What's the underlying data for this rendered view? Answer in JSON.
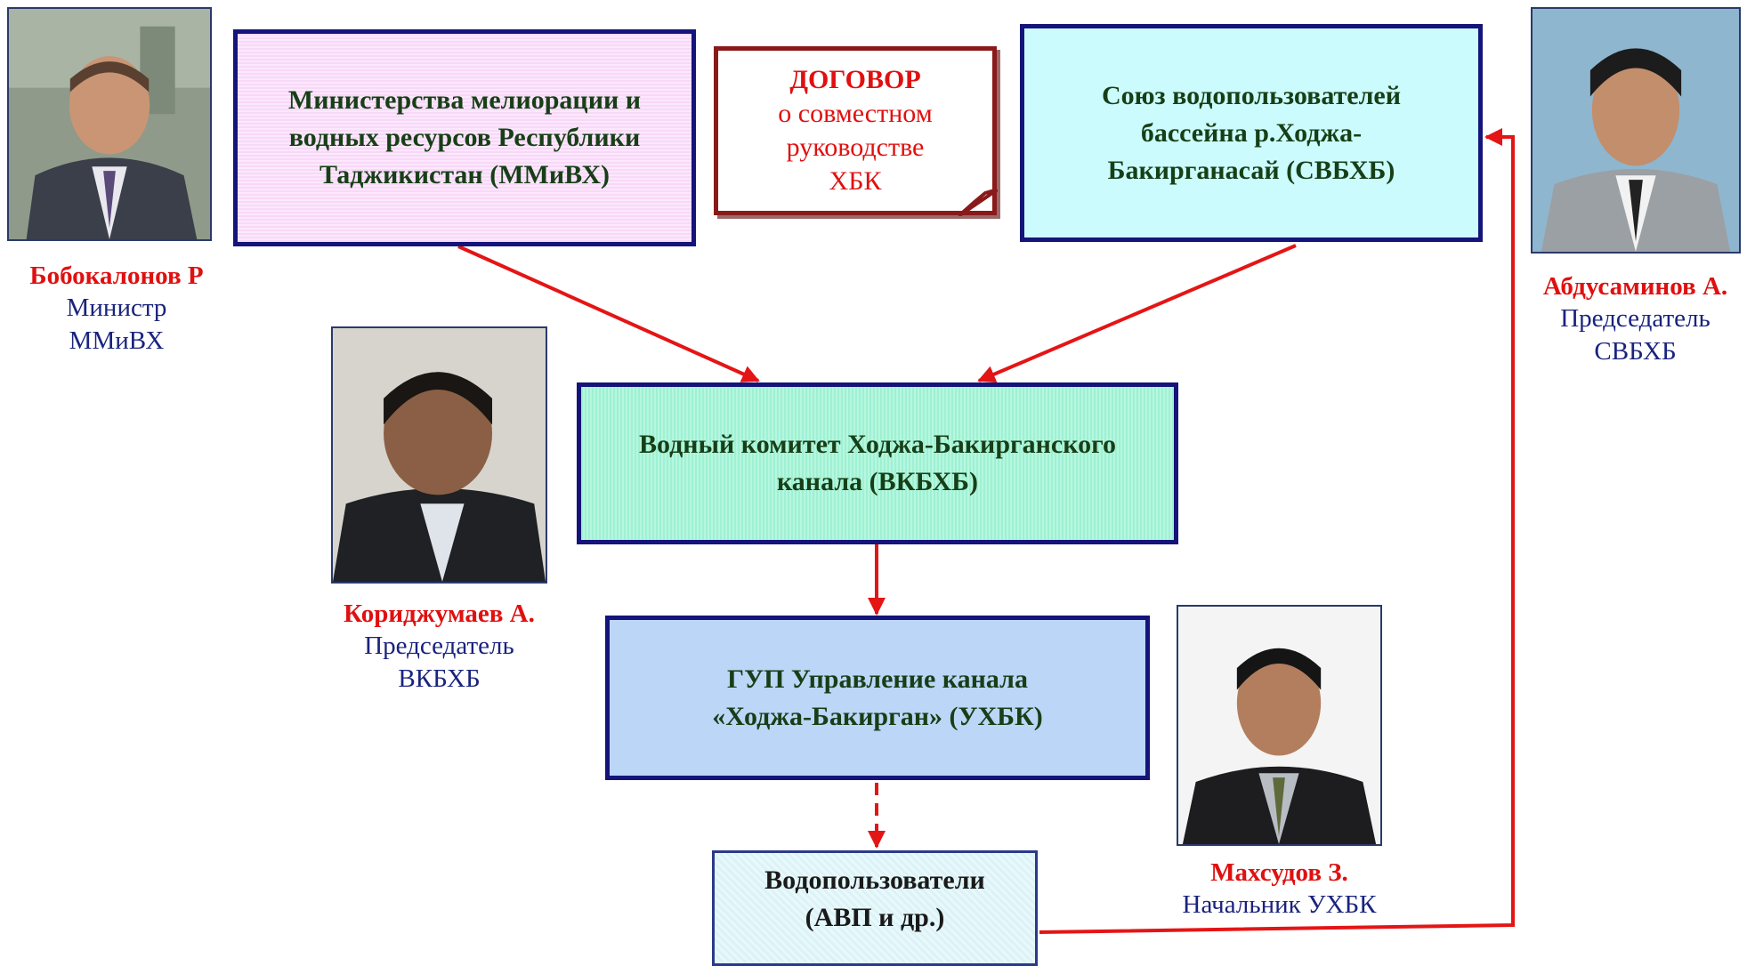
{
  "diagram": {
    "ministry_box": {
      "lines": [
        "Министерства мелиорации и",
        "водных ресурсов Республики",
        "Таджикистан (ММиВХ)"
      ]
    },
    "contract_note": {
      "title": "ДОГОВОР",
      "lines": [
        "о совместном",
        "руководстве",
        "ХБК"
      ]
    },
    "union_box": {
      "lines": [
        "Союз водопользователей",
        "бассейна р.Ходжа-",
        "Бакирганасай (СВБХБ)"
      ]
    },
    "committee_box": {
      "lines": [
        "Водный комитет Ходжа-Бакирганского",
        "канала (ВКБХБ)"
      ]
    },
    "canal_mgmt_box": {
      "lines": [
        "ГУП Управление канала",
        "«Ходжа-Бакирган» (УХБК)"
      ]
    },
    "water_users_box": {
      "lines": [
        "Водопользователи",
        "(АВП и др.)"
      ]
    }
  },
  "people": {
    "bobokalonov": {
      "name": "Бобокалонов Р",
      "role": "Министр",
      "org": "ММиВХ",
      "photo_icon": "portrait-photo"
    },
    "abdusaminov": {
      "name": "Абдусаминов А.",
      "role": "Председатель",
      "org": "СВБХБ",
      "photo_icon": "portrait-photo"
    },
    "koridzhumaev": {
      "name": "Кориджумаев А.",
      "role": "Председатель",
      "org": "ВКБХБ",
      "photo_icon": "portrait-photo"
    },
    "mahsudov": {
      "name": "Махсудов З.",
      "role": "Начальник УХБК",
      "photo_icon": "portrait-photo"
    }
  },
  "colors": {
    "box_border": "#14147a",
    "box_text": "#173f17",
    "arrow": "#e41515",
    "person_name": "#e01010",
    "person_role": "#1a237e",
    "ministry_fill": "#fce8fc",
    "union_fill": "#ccfbfd",
    "committee_fill": "#b6f7de",
    "canal_fill": "#bcd6f8",
    "users_fill": "#e9f8fb"
  }
}
